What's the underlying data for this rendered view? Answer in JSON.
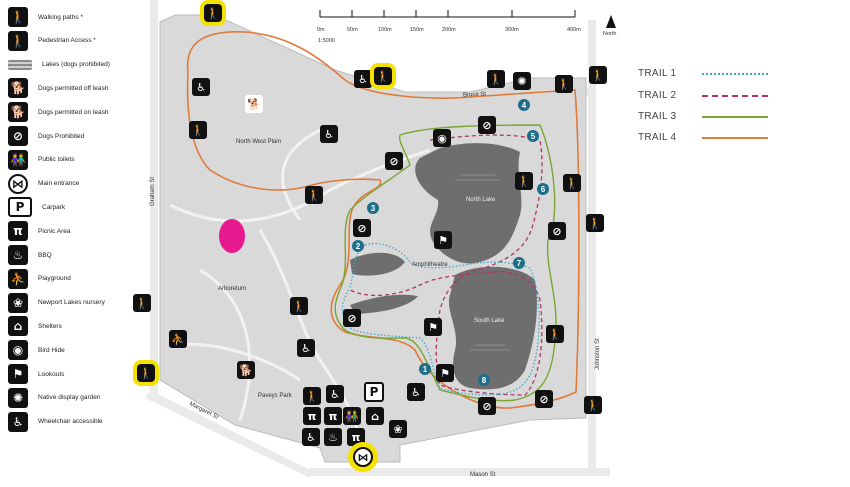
{
  "legend": [
    {
      "icon": "walking-icon",
      "glyph": "🚶",
      "label": "Walking paths *"
    },
    {
      "icon": "pedestrian-access-icon",
      "glyph": "🚶",
      "label": "Pedestrian Access *"
    },
    {
      "icon": "lake-icon",
      "glyph": "",
      "label": "Lakes (dogs prohibited)"
    },
    {
      "icon": "dog-off-leash-icon",
      "glyph": "🐕",
      "label": "Dogs permitted off leash"
    },
    {
      "icon": "dog-on-leash-icon",
      "glyph": "🐕",
      "label": "Dogs permitted on leash"
    },
    {
      "icon": "dogs-prohibited-icon",
      "glyph": "⊘",
      "label": "Dogs Prohibited"
    },
    {
      "icon": "toilets-icon",
      "glyph": "👫",
      "label": "Public toilets"
    },
    {
      "icon": "main-entrance-icon",
      "glyph": "⋈",
      "label": "Main entrance"
    },
    {
      "icon": "carpark-icon",
      "glyph": "P",
      "label": "Carpark"
    },
    {
      "icon": "picnic-icon",
      "glyph": "π",
      "label": "Picnic Area"
    },
    {
      "icon": "bbq-icon",
      "glyph": "♨",
      "label": "BBQ"
    },
    {
      "icon": "playground-icon",
      "glyph": "⛹",
      "label": "Playground"
    },
    {
      "icon": "nursery-icon",
      "glyph": "❀",
      "label": "Newport Lakes nursery"
    },
    {
      "icon": "shelters-icon",
      "glyph": "⌂",
      "label": "Shelters"
    },
    {
      "icon": "bird-hide-icon",
      "glyph": "◉",
      "label": "Bird Hide"
    },
    {
      "icon": "lookouts-icon",
      "glyph": "⚑",
      "label": "Lookouts"
    },
    {
      "icon": "native-garden-icon",
      "glyph": "✺",
      "label": "Native display garden"
    },
    {
      "icon": "wheelchair-icon",
      "glyph": "♿",
      "label": "Wheelchair accessible"
    }
  ],
  "scale": {
    "ticks": [
      "0m",
      "50m",
      "100m",
      "150m",
      "200m",
      "300m",
      "400m"
    ],
    "ratio": "1:5000",
    "north": "North"
  },
  "labels": {
    "north_west_plain": "North West Plain",
    "arboretum": "Arboretum",
    "paveys_park": "Paveys Park",
    "north_lake": "North Lake",
    "south_lake": "South Lake",
    "amphitheatre": "Amphitheatre"
  },
  "streets": {
    "bruce": "Bruce St",
    "graham": "Graham St",
    "margaret": "Margaret St",
    "johnston": "Johnston St",
    "mason": "Mason St"
  },
  "trails": [
    {
      "name": "TRAIL 1",
      "color": "#3aa9c9",
      "style": "dotted"
    },
    {
      "name": "TRAIL 2",
      "color": "#b0336a",
      "style": "dashed"
    },
    {
      "name": "TRAIL 3",
      "color": "#7aa532",
      "style": "solid"
    },
    {
      "name": "TRAIL 4",
      "color": "#e07a3a",
      "style": "solid"
    }
  ],
  "waypoints": [
    "1",
    "2",
    "3",
    "4",
    "5",
    "6",
    "7",
    "8"
  ],
  "colors": {
    "park": "#dcdcdc",
    "lake": "#6e6e6e",
    "highlight": "#f5e100",
    "arboretum_feature": "#e6198f",
    "waypoint": "#1f6f8b"
  }
}
